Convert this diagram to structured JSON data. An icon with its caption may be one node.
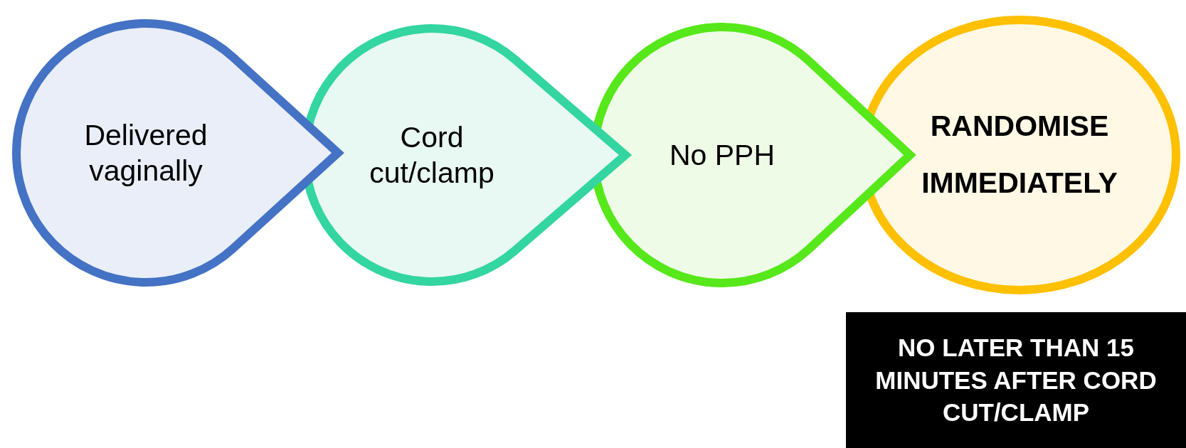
{
  "diagram": {
    "nodes": [
      {
        "text": [
          "Delivered vaginally"
        ]
      },
      {
        "text": [
          "Cord cut/clamp"
        ]
      },
      {
        "text": [
          "No PPH"
        ]
      },
      {
        "text": [
          "RANDOMISE IMMEDIATELY"
        ]
      },
      {
        "text": [
          "NO LATER THAN 15 MINUTES AFTER CORD CUT/CLAMP"
        ]
      }
    ]
  }
}
